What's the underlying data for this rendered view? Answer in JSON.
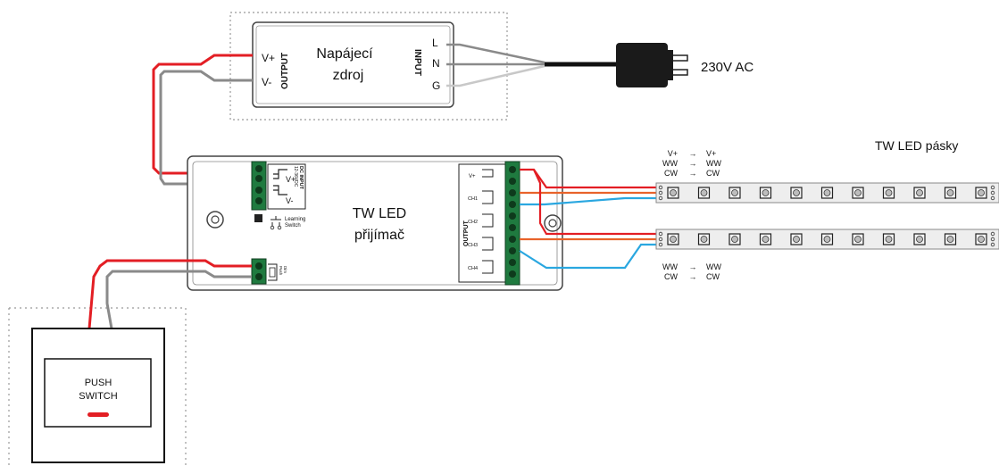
{
  "power_supply": {
    "title_line1": "Napájecí",
    "title_line2": "zdroj",
    "output_label": "OUTPUT",
    "input_label": "INPUT",
    "v_plus": "V+",
    "v_minus": "V-",
    "l": "L",
    "n": "N",
    "g": "G"
  },
  "mains": {
    "label": "230V AC"
  },
  "receiver": {
    "title_line1": "TW LED",
    "title_line2": "přijímač",
    "dc_input_line1": "DC INPUT",
    "dc_input_line2": "12-36VDC",
    "v_plus": "V+",
    "v_minus": "V-",
    "learning_line1": "Learning",
    "learning_line2": "Switch",
    "push_line1": "Push",
    "push_line2": "Dim",
    "output_label": "OUTPUT",
    "out_vplus": "V+",
    "ch1": "CH1",
    "ch2": "CH2",
    "ch3": "CH3",
    "ch4": "CH4"
  },
  "strips": {
    "title": "TW LED pásky",
    "top_legend": [
      {
        "from": "V+",
        "to": "V+"
      },
      {
        "from": "WW",
        "to": "WW"
      },
      {
        "from": "CW",
        "to": "CW"
      }
    ],
    "bottom_legend": [
      {
        "from": "WW",
        "to": "WW"
      },
      {
        "from": "CW",
        "to": "CW"
      }
    ],
    "arrow": "→"
  },
  "push_switch": {
    "line1": "PUSH",
    "line2": "SWITCH"
  },
  "colors": {
    "red": "#e31e24",
    "gray": "#8a8a8a",
    "light_gray": "#c8c8c8",
    "blue": "#2aa7e0",
    "orange": "#e8632b",
    "terminal_green": "#1f7a3f",
    "strip_fill": "#eeeeee"
  }
}
